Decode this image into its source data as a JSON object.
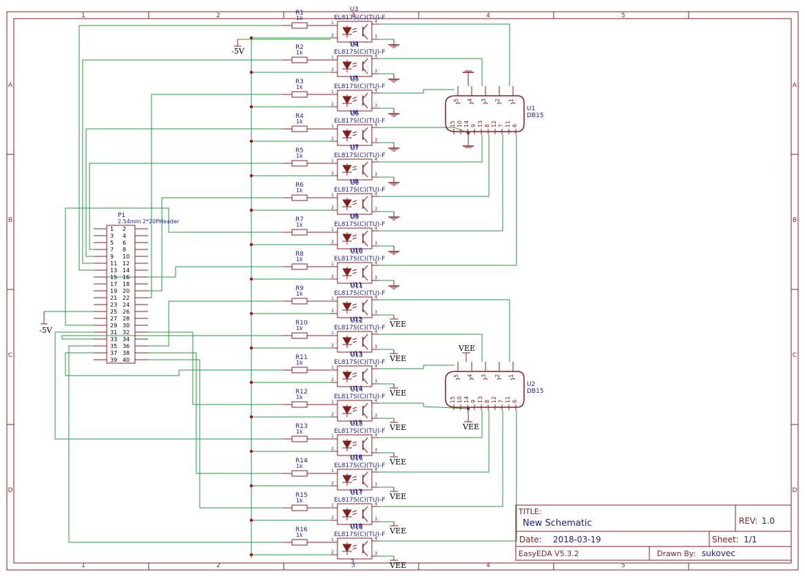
{
  "frame": {
    "col_labels": [
      "1",
      "2",
      "3",
      "4",
      "5"
    ],
    "row_labels": [
      "A",
      "B",
      "C",
      "D"
    ]
  },
  "colors": {
    "frame": "#8b1a1a",
    "wire": "#1f9d3a",
    "text_blue": "#1a1aa6",
    "junction": "#c00000",
    "title_blue": "#1a1aa6"
  },
  "optocouplers": [
    {
      "ref": "U3",
      "res": "R1",
      "label": "U4"
    },
    {
      "ref": "U4",
      "res": "R2",
      "label": "U5"
    },
    {
      "ref": "U5",
      "res": "R3",
      "label": "U6"
    },
    {
      "ref": "U6",
      "res": "R4",
      "label": "U7"
    },
    {
      "ref": "U7",
      "res": "R5",
      "label": "U8"
    },
    {
      "ref": "U8",
      "res": "R6",
      "label": "U9"
    },
    {
      "ref": "U9",
      "res": "R7",
      "label": "U10"
    },
    {
      "ref": "U10",
      "res": "R8",
      "label": "U11"
    },
    {
      "ref": "U11",
      "res": "R9",
      "label": "U12"
    },
    {
      "ref": "U12",
      "res": "R10",
      "label": "U13"
    },
    {
      "ref": "U13",
      "res": "R11",
      "label": "U14"
    },
    {
      "ref": "U14",
      "res": "R12",
      "label": "U15"
    },
    {
      "ref": "U15",
      "res": "R13",
      "label": "U16"
    },
    {
      "ref": "U16",
      "res": "R14",
      "label": "U17"
    },
    {
      "ref": "U17",
      "res": "R15",
      "label": "U18"
    },
    {
      "ref": "U18",
      "res": "R16",
      "label": "3"
    }
  ],
  "part_value": "EL817S(C)(TU)-F",
  "resistor_value": "1k",
  "power": {
    "neg5v": "-5V",
    "vee": "VEE"
  },
  "header": {
    "ref": "P1",
    "value": "2.54mm 2*20PHeader",
    "pins_left": [
      "1",
      "3",
      "5",
      "7",
      "9",
      "11",
      "13",
      "15",
      "17",
      "19",
      "21",
      "23",
      "25",
      "27",
      "29",
      "31",
      "33",
      "35",
      "37",
      "39"
    ],
    "pins_right": [
      "2",
      "4",
      "6",
      "8",
      "10",
      "12",
      "14",
      "16",
      "18",
      "20",
      "22",
      "24",
      "26",
      "28",
      "30",
      "32",
      "34",
      "36",
      "38",
      "40"
    ]
  },
  "connectors": [
    {
      "ref": "U1",
      "value": "DB15",
      "top_pins": [
        "5",
        "4",
        "3",
        "2",
        "1"
      ],
      "bottom_pins": [
        "15",
        "10",
        "14",
        "9",
        "13",
        "8",
        "12",
        "7",
        "11",
        "6"
      ]
    },
    {
      "ref": "U2",
      "value": "DB15",
      "top_pins": [
        "5",
        "4",
        "3",
        "2",
        "1"
      ],
      "bottom_pins": [
        "15",
        "10",
        "14",
        "9",
        "13",
        "8",
        "12",
        "7",
        "11",
        "6"
      ]
    }
  ],
  "title_block": {
    "title_label": "TITLE:",
    "title": "New Schematic",
    "rev_label": "REV:",
    "rev": "1.0",
    "date_label": "Date:",
    "date": "2018-03-19",
    "sheet_label": "Sheet:",
    "sheet": "1/1",
    "tool": "EasyEDA V5.3.2",
    "drawn_label": "Drawn By:",
    "drawn_by": "sukovec"
  }
}
